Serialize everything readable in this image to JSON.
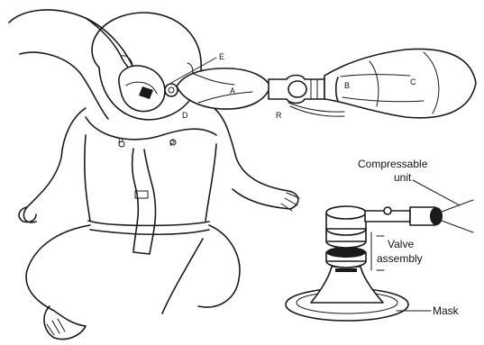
{
  "labels": {
    "A": "A",
    "B": "B",
    "C": "C",
    "D": "D",
    "E": "E",
    "P_left": "P",
    "P_right": "P",
    "R": "R",
    "compressable_line1": "Compressable",
    "compressable_line2": "unit",
    "valve_line1": "Valve",
    "valve_line2": "assembly",
    "mask": "Mask"
  }
}
